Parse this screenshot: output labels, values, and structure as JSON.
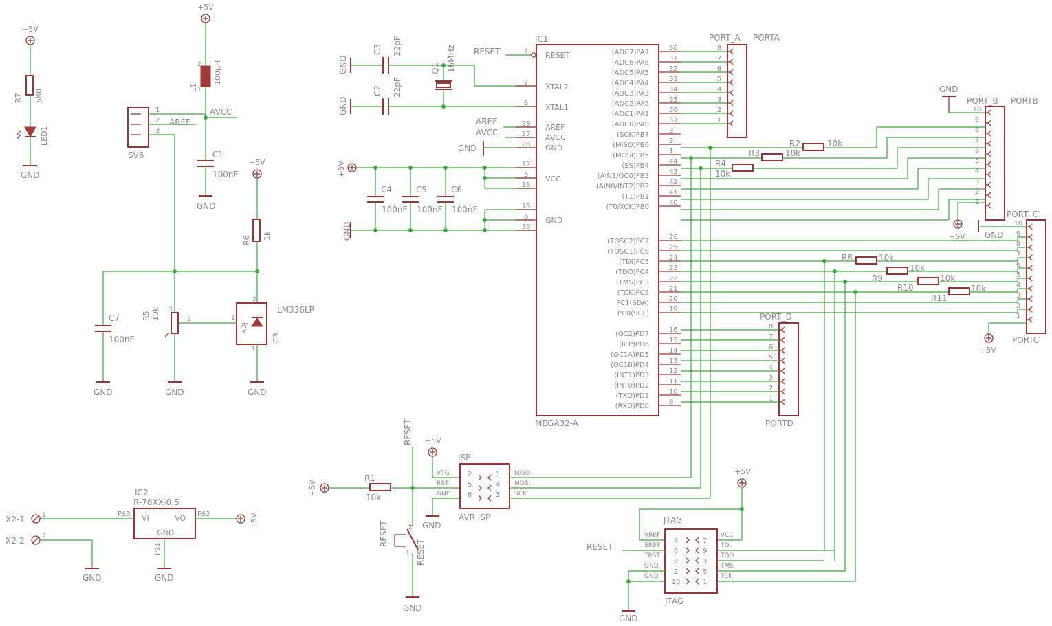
{
  "colors": {
    "wire": "#3fa83f",
    "part": "#9c3535",
    "text": "#8a8a8a"
  },
  "texts": {
    "vcc": "+5V",
    "gnd": "GND",
    "aref": "AREF",
    "avcc": "AVCC",
    "reset": "RESET",
    "r7": "R7",
    "r7v": "680",
    "led1": "LED1",
    "l1": "L1",
    "l1v": "100µH",
    "c1": "C1",
    "c1v": "100nF",
    "sv6": "SV6",
    "r6": "R6",
    "r6v": "1k",
    "ic3n": "LM336LP",
    "ic3": "IC3",
    "adj": "ADJ",
    "c7": "C7",
    "c7v": "100nF",
    "r5": "R5",
    "r5v": "10k",
    "ic2": "IC2",
    "ic2v": "R-78XX-0,5",
    "vi": "VI",
    "vo": "VO",
    "ps3": "P$3",
    "ps2": "P$2",
    "ps1": "P$1",
    "x21": "X2-1",
    "x22": "X2-2",
    "c3": "C3",
    "c2": "C2",
    "cap22": "22pF",
    "q1": "Q1",
    "q1v": "16MHz",
    "c4": "C4",
    "c5": "C5",
    "c6": "C6",
    "c100": "100nF",
    "ic1": "IC1",
    "ic1v": "MEGA32-A",
    "xtal2": "XTAL2",
    "xtal1": "XTAL1",
    "vccpin": "VCC",
    "porta_n": "PORT_A",
    "porta_v": "PORTA",
    "portb_n": "PORT_B",
    "portb_v": "PORTB",
    "portc_n": "PORT_C",
    "portc_v": "PORTC",
    "portd_n": "PORT_D",
    "portd_v": "PORTD",
    "r1": "R1",
    "r1v": "10k",
    "r2": "R2",
    "r3": "R3",
    "r4": "R4",
    "r8": "R8",
    "r9": "R9",
    "r10": "R10",
    "r11": "R11",
    "k10": "10k",
    "isp": "ISP",
    "avrisp": "AVR ISP",
    "vtg": "VTG",
    "rst": "RST",
    "miso": "MISO",
    "mosi": "MOSI",
    "sck": "SCK",
    "jtag": "JTAG",
    "vref": "VREF",
    "srst": "SRST",
    "trst": "TRST",
    "tdi": "TDI",
    "tdo": "TDO",
    "tms": "TMS",
    "tck": "TCK",
    "vccl": "VCC"
  },
  "mcu": {
    "left_pins": [
      {
        "num": "4",
        "name": "RESET"
      },
      {
        "num": "7",
        "name": "XTAL2"
      },
      {
        "num": "8",
        "name": "XTAL1"
      },
      {
        "num": "29",
        "name": "AREF"
      },
      {
        "num": "27",
        "name": "AVCC"
      },
      {
        "num": "28",
        "name": "GND"
      },
      {
        "num": "17",
        "name": "VCC"
      },
      {
        "num": "5",
        "name": ""
      },
      {
        "num": "38",
        "name": ""
      },
      {
        "num": "18",
        "name": "GND"
      },
      {
        "num": "6",
        "name": ""
      },
      {
        "num": "39",
        "name": ""
      }
    ],
    "right_pins": [
      {
        "num": "30",
        "name": "(ADC7)PA7"
      },
      {
        "num": "31",
        "name": "(ADC6)PA6"
      },
      {
        "num": "32",
        "name": "(ADC5)PA5"
      },
      {
        "num": "33",
        "name": "(ADC4)PA4"
      },
      {
        "num": "34",
        "name": "(ADC3)PA3"
      },
      {
        "num": "35",
        "name": "(ADC2)PA2"
      },
      {
        "num": "36",
        "name": "(ADC1)PA1"
      },
      {
        "num": "37",
        "name": "(ADC0)PA0"
      },
      {
        "num": "3",
        "name": "(SCK)PB7"
      },
      {
        "num": "2",
        "name": "(MISO)PB6"
      },
      {
        "num": "1",
        "name": "(MOSI)PB5"
      },
      {
        "num": "44",
        "name": "(SS)PB4"
      },
      {
        "num": "43",
        "name": "(AIN1/OC0)PB3"
      },
      {
        "num": "42",
        "name": "(AIN0/INT2)PB2"
      },
      {
        "num": "41",
        "name": "(T1)PB1"
      },
      {
        "num": "40",
        "name": "(T0/XCK)PB0"
      },
      {
        "num": "26",
        "name": "(TOSC2)PC7"
      },
      {
        "num": "25",
        "name": "(TOSC1)PC6"
      },
      {
        "num": "24",
        "name": "(TDI)PC5"
      },
      {
        "num": "23",
        "name": "(TDO)PC4"
      },
      {
        "num": "22",
        "name": "(TMS)PC3"
      },
      {
        "num": "21",
        "name": "(TCK)PC2"
      },
      {
        "num": "20",
        "name": "PC1(SDA)"
      },
      {
        "num": "19",
        "name": "PC0(SCL)"
      },
      {
        "num": "16",
        "name": "(OC2)PD7"
      },
      {
        "num": "15",
        "name": "(ICP)PD6"
      },
      {
        "num": "14",
        "name": "(OC1A)PD5"
      },
      {
        "num": "13",
        "name": "(OC1B)PD4"
      },
      {
        "num": "12",
        "name": "(INT1)PD3"
      },
      {
        "num": "11",
        "name": "(INT0)PD2"
      },
      {
        "num": "10",
        "name": "(TXD)PD1"
      },
      {
        "num": "9",
        "name": "(RXD)PD0"
      }
    ]
  },
  "header_pins": {
    "porta": [
      "8",
      "7",
      "6",
      "5",
      "4",
      "3",
      "2",
      "1"
    ],
    "portb": [
      "10",
      "9",
      "8",
      "7",
      "6",
      "5",
      "4",
      "3",
      "2",
      "1"
    ],
    "portc": [
      "10",
      "9",
      "8",
      "7",
      "6",
      "5",
      "4",
      "3",
      "2",
      "1"
    ],
    "portd": [
      "8",
      "7",
      "6",
      "5",
      "4",
      "3",
      "2",
      "1"
    ],
    "sv6": [
      "1",
      "2",
      "3"
    ]
  },
  "isp_pins": {
    "left": [
      "2",
      "5",
      "6"
    ],
    "right": [
      "1",
      "4",
      "3"
    ]
  },
  "jtag_pins": {
    "left": [
      "4",
      "6",
      "8",
      "2",
      "10"
    ],
    "right": [
      "7",
      "9",
      "3",
      "5",
      "1"
    ]
  },
  "pin_nums": {
    "n1": "1",
    "n2": "2",
    "n3": "3"
  }
}
